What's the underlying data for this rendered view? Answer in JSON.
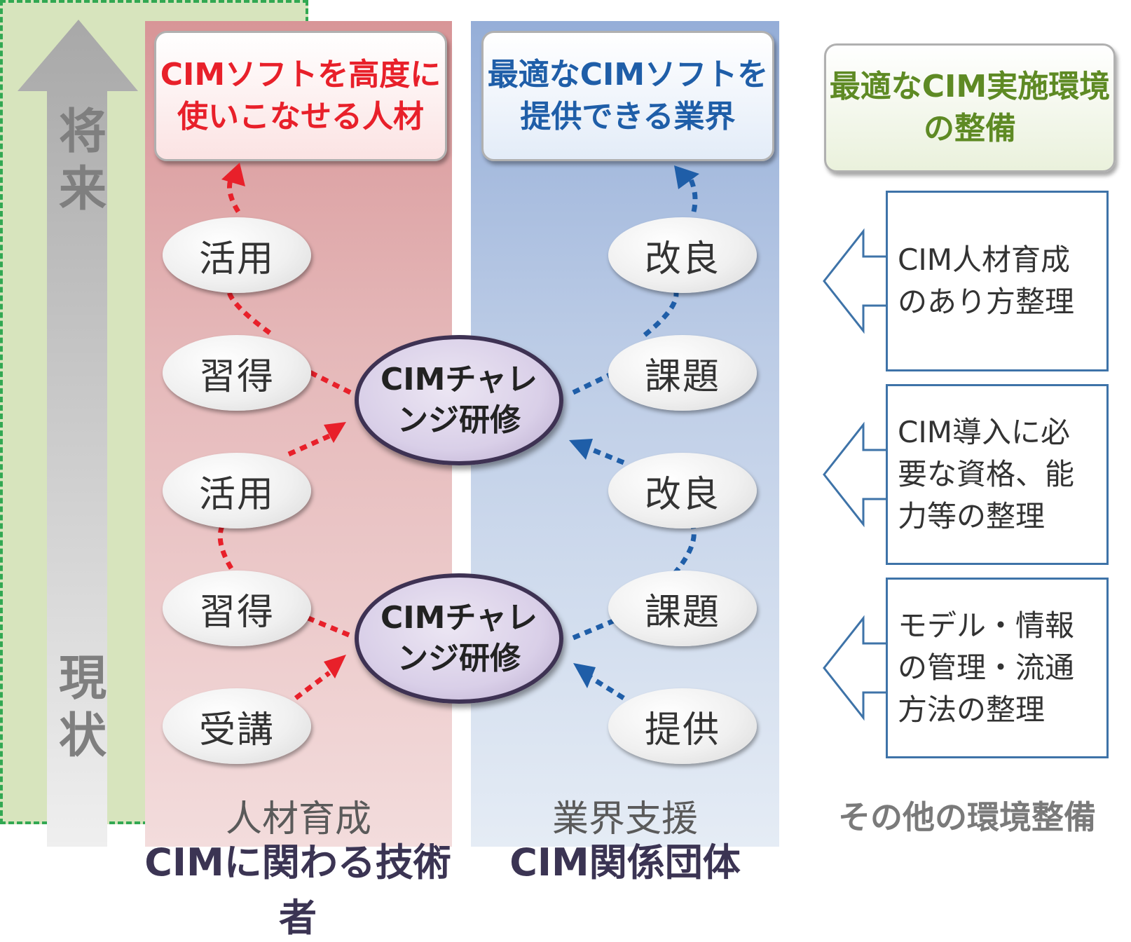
{
  "axis": {
    "top_label": "将来",
    "bottom_label": "現状"
  },
  "columns": {
    "people": {
      "goal": "CIMソフトを高度に\n使いこなせる人材",
      "steps": [
        "活用",
        "習得",
        "活用",
        "習得",
        "受講"
      ],
      "label": "人材育成",
      "bottom_label": "CIMに関わる技術者"
    },
    "industry": {
      "goal": "最適なCIMソフトを\n提供できる業界",
      "steps": [
        "改良",
        "課題",
        "改良",
        "課題",
        "提供"
      ],
      "label": "業界支援",
      "bottom_label": "CIM関係団体"
    },
    "environment": {
      "goal": "最適なCIM実施環境\nの整備",
      "items": [
        "CIM人材育成\nのあり方整理",
        "CIM導入に必\n要な資格、能\n力等の整理",
        "モデル・情報\nの管理・流通\n方法の整理"
      ],
      "label": "その他の環境整備"
    }
  },
  "core": {
    "upper": "CIMチャレ\nンジ研修",
    "lower": "CIMチャレ\nンジ研修"
  },
  "colors": {
    "people_accent": "#e8202a",
    "industry_accent": "#1f5ea8",
    "environment_accent": "#5e8a24",
    "environment_border": "#32a852"
  }
}
